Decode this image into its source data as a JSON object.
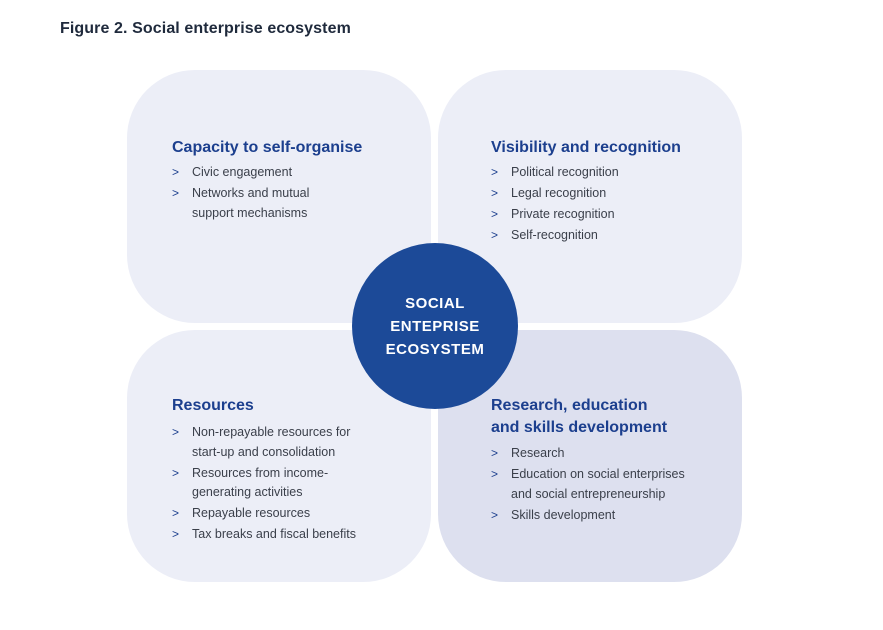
{
  "figure": {
    "title": "Figure 2. Social enterprise ecosystem"
  },
  "center": {
    "lines": [
      "SOCIAL",
      "ENTEPRISE",
      "ECOSYSTEM"
    ]
  },
  "quadrants": {
    "top_left": {
      "heading": [
        "Capacity to self-organise"
      ],
      "items": [
        [
          "Civic engagement"
        ],
        [
          "Networks and mutual",
          "support mechanisms"
        ]
      ]
    },
    "top_right": {
      "heading": [
        "Visibility and recognition"
      ],
      "items": [
        [
          "Political recognition"
        ],
        [
          "Legal recognition"
        ],
        [
          "Private recognition"
        ],
        [
          "Self-recognition"
        ]
      ]
    },
    "bottom_left": {
      "heading": [
        "Resources"
      ],
      "items": [
        [
          "Non-repayable resources for",
          "start-up and consolidation"
        ],
        [
          "Resources from income-",
          "generating activities"
        ],
        [
          "Repayable resources"
        ],
        [
          "Tax breaks and fiscal benefits"
        ]
      ]
    },
    "bottom_right": {
      "heading": [
        "Research, education",
        "and skills development"
      ],
      "items": [
        [
          "Research"
        ],
        [
          "Education on social enterprises",
          "and social entrepreneurship"
        ],
        [
          "Skills development"
        ]
      ]
    }
  },
  "bullet_glyph": ">",
  "colors": {
    "accent_blue": "#1c3f8e",
    "center_circle": "#1c4a98",
    "quadrant_light": "#eceef7",
    "quadrant_highlight": "#dde0ef",
    "body_text": "#3a3f4a",
    "title_text": "#1f2a3c"
  }
}
